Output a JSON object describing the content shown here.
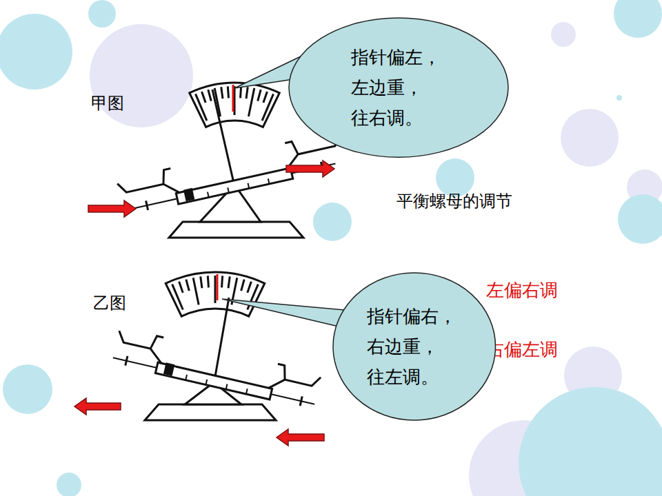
{
  "diagram": {
    "title": "平衡螺母的调节",
    "nodes": [
      {
        "text": [
          "指针偏左， 左边重， 往右调。"
        ]
      },
      {
        "text": [
          "指针偏右， 右边重， 往左调。"
        ]
      }
    ],
    "labels": [
      "甲图",
      "乙图",
      "左偏右调",
      "右偏左调"
    ]
  }
}
